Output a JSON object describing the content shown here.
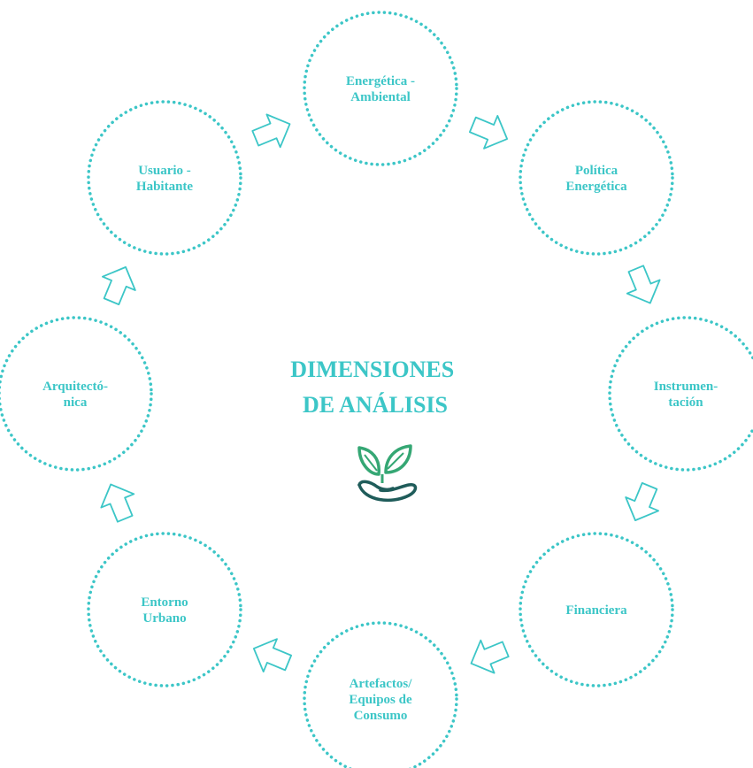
{
  "colors": {
    "accent": "#3cc6c7",
    "leaf": "#35a774",
    "hand": "#1f5c5a",
    "background": "#ffffff"
  },
  "diagram": {
    "title_lines": [
      "DIMENSIONES",
      "DE ANÁLISIS"
    ],
    "center_icon": "leaves-in-hand-icon",
    "arrow_icon": "outline-arrow-icon",
    "flow_direction": "clockwise",
    "nodes": [
      {
        "id": "energetica-ambiental",
        "lines": [
          "Energética -",
          "Ambiental"
        ]
      },
      {
        "id": "politica-energetica",
        "lines": [
          "Política",
          "Energética"
        ]
      },
      {
        "id": "instrumentacion",
        "lines": [
          "Instrumen-",
          "tación"
        ]
      },
      {
        "id": "financiera",
        "lines": [
          "Financiera"
        ]
      },
      {
        "id": "artefactos-equipos",
        "lines": [
          "Artefactos/",
          "Equipos  de",
          "Consumo"
        ]
      },
      {
        "id": "entorno-urbano",
        "lines": [
          "Entorno",
          "Urbano"
        ]
      },
      {
        "id": "arquitectonica",
        "lines": [
          "Arquitectó-",
          "nica"
        ]
      },
      {
        "id": "usuario-habitante",
        "lines": [
          "Usuario -",
          "Habitante"
        ]
      }
    ]
  }
}
